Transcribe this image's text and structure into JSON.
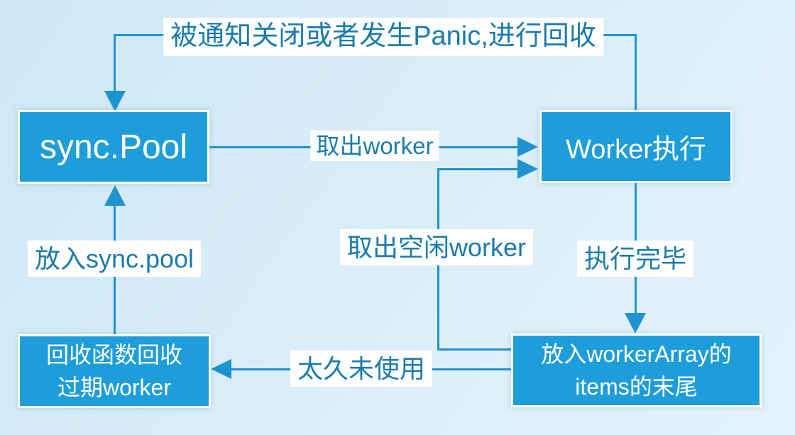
{
  "diagram": {
    "nodes": {
      "sync_pool": {
        "label": "sync.Pool"
      },
      "worker_exec": {
        "label": "Worker执行"
      },
      "recycle": {
        "lines": [
          "回收函数回收",
          "过期worker"
        ]
      },
      "worker_array": {
        "lines": [
          "放入workerArray的",
          "items的末尾"
        ]
      }
    },
    "edges": {
      "notify_close": {
        "label": "被通知关闭或者发生Panic,进行回收"
      },
      "take_worker": {
        "label": "取出worker"
      },
      "take_idle_worker": {
        "label": "取出空闲worker"
      },
      "exec_done": {
        "label": "执行完毕"
      },
      "put_sync_pool": {
        "label": "放入sync.pool"
      },
      "too_long_unused": {
        "label": "太久未使用"
      }
    },
    "colors": {
      "background_start": "#cfe7f5",
      "background_end": "#e4f3fb",
      "node_fill": "#1E9DDB",
      "node_border": "#ffffff",
      "node_text": "#ffffff",
      "line": "#1F93D0",
      "label_text": "#1A7BAD",
      "label_bg": "#ffffff"
    }
  }
}
